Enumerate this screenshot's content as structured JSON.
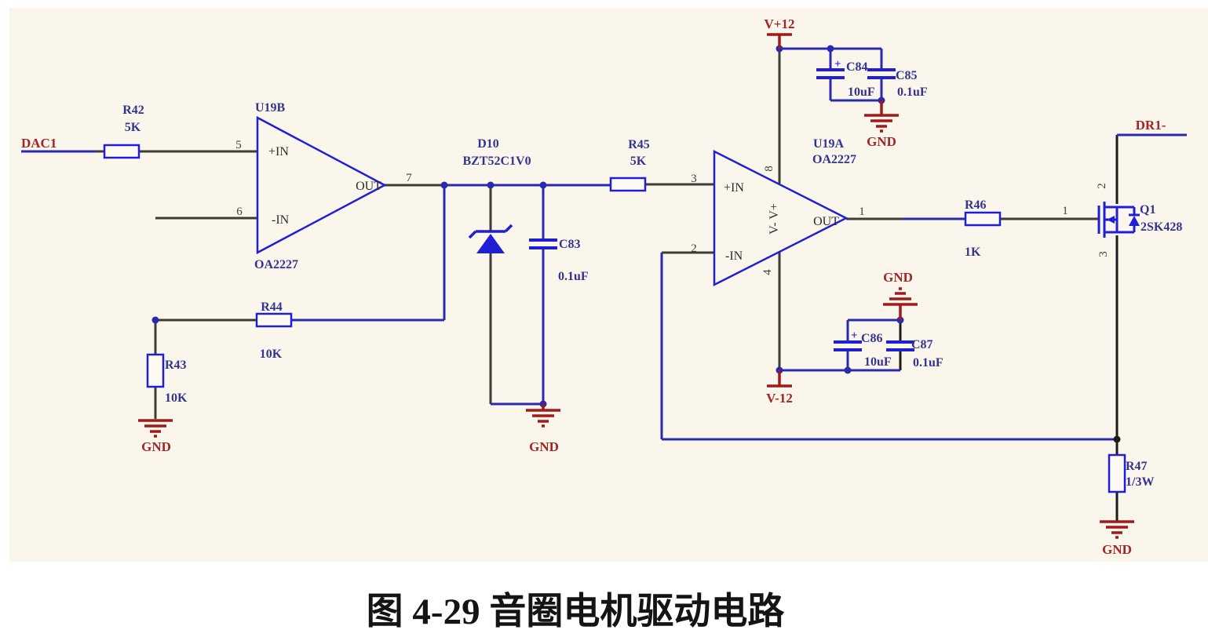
{
  "caption": "图 4-29 音圈电机驱动电路",
  "net_labels": {
    "dac1": "DAC1",
    "vp12": "V+12",
    "vm12": "V-12",
    "dr1_minus": "DR1-",
    "gnd": "GND"
  },
  "opamps": {
    "u19b": {
      "designator": "U19B",
      "part": "OA2227",
      "pin_plus": "+IN",
      "pin_minus": "-IN",
      "pin_out": "OUT",
      "num_plus": "5",
      "num_minus": "6",
      "num_out": "7"
    },
    "u19a": {
      "designator": "U19A",
      "part": "OA2227",
      "pin_plus": "+IN",
      "pin_minus": "-IN",
      "pin_out": "OUT",
      "rail_text": "V- V+",
      "num_plus": "3",
      "num_minus": "2",
      "num_out": "1",
      "num_vplus": "8",
      "num_vminus": "4"
    }
  },
  "resistors": {
    "r42": {
      "designator": "R42",
      "value": "5K"
    },
    "r43": {
      "designator": "R43",
      "value": "10K"
    },
    "r44": {
      "designator": "R44",
      "value": "10K"
    },
    "r45": {
      "designator": "R45",
      "value": "5K"
    },
    "r46": {
      "designator": "R46",
      "value": "1K"
    },
    "r47": {
      "designator": "R47",
      "value": "1/3W"
    }
  },
  "capacitors": {
    "c83": {
      "designator": "C83",
      "value": "0.1uF"
    },
    "c84": {
      "designator": "C84",
      "value": "10uF",
      "polarity": "+"
    },
    "c85": {
      "designator": "C85",
      "value": "0.1uF"
    },
    "c86": {
      "designator": "C86",
      "value": "10uF",
      "polarity": "+"
    },
    "c87": {
      "designator": "C87",
      "value": "0.1uF"
    }
  },
  "diode": {
    "designator": "D10",
    "part": "BZT52C1V0"
  },
  "transistor": {
    "designator": "Q1",
    "part": "2SK428",
    "num_gate": "1",
    "num_drain": "2",
    "num_source": "3"
  },
  "colors": {
    "background": "#fbf6ec",
    "wire_blue": "#2a2aae",
    "wire_dark": "#3d3d36",
    "symbol_blue": "#1f1fd6",
    "label_blue": "#34348c",
    "net_red": "#a32424",
    "ground_red": "#a31818"
  }
}
